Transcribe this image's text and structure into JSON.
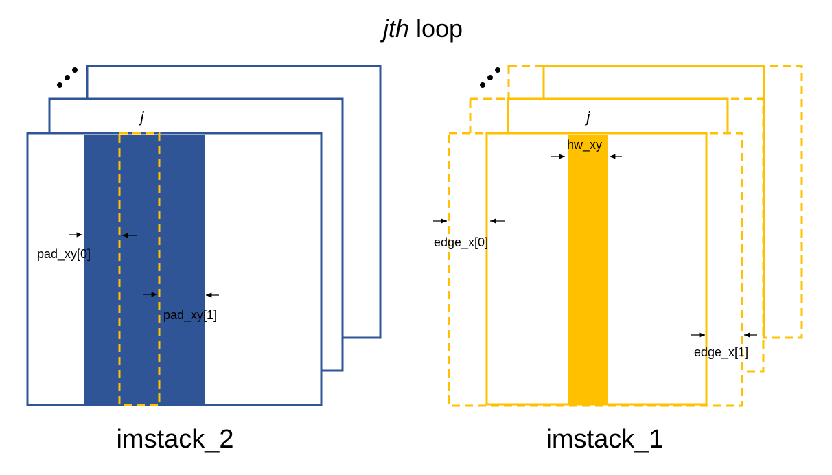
{
  "title": {
    "italic_part": "jth",
    "rest": " loop"
  },
  "colors": {
    "blue": "#2f5597",
    "yellow": "#ffc000",
    "black": "#000000"
  },
  "left_stack": {
    "caption": "imstack_2",
    "frame_label": "j",
    "pad0_label": "pad_xy[0]",
    "pad1_label": "pad_xy[1]",
    "ellipsis": "…"
  },
  "right_stack": {
    "caption": "imstack_1",
    "frame_label": "j",
    "hw_label": "hw_xy",
    "edge0_label": "edge_x[0]",
    "edge1_label": "edge_x[1]",
    "ellipsis": "…"
  }
}
